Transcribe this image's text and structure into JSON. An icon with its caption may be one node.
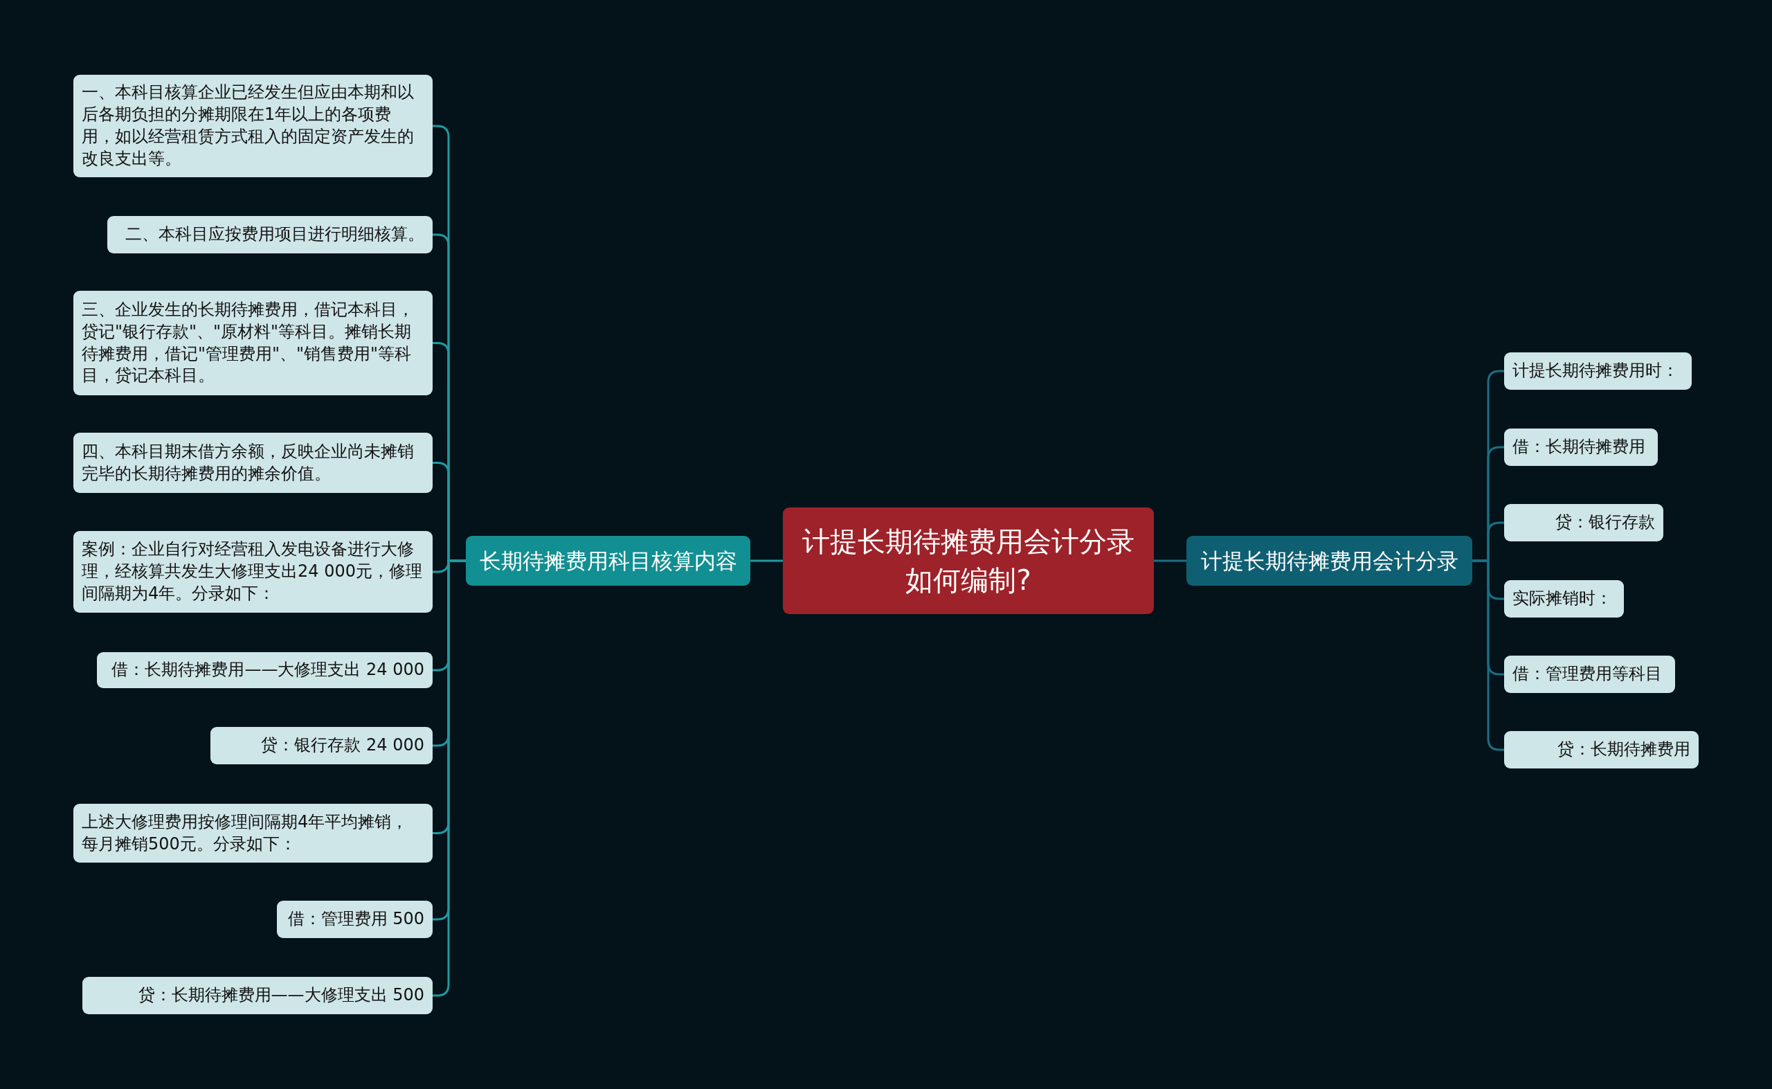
{
  "diagram": {
    "nodes": [
      {
        "text": [
          "计提长期待摊费用会计分录如何编制?"
        ]
      },
      {
        "text": [
          "长期待摊费用科目核算内容"
        ]
      },
      {
        "text": [
          "计提长期待摊费用会计分录"
        ]
      },
      {
        "text": [
          "一、本科目核算企业已经发生但应由本期和以后各期负担的分摊期限在1年以上的各项费用，如以经营租赁方式租入的固定资产发生的改良支出等。"
        ]
      },
      {
        "text": [
          "二、本科目应按费用项目进行明细核算。"
        ]
      },
      {
        "text": [
          "三、企业发生的长期待摊费用，借记本科目，贷记\"银行存款\"、\"原材料\"等科目。摊销长期待摊费用，借记\"管理费用\"、\"销售费用\"等科目，贷记本科目。"
        ]
      },
      {
        "text": [
          "四、本科目期末借方余额，反映企业尚未摊销完毕的长期待摊费用的摊余价值。"
        ]
      },
      {
        "text": [
          "案例：企业自行对经营租入发电设备进行大修理，经核算共发生大修理支出24 000元，修理间隔期为4年。分录如下："
        ]
      },
      {
        "text": [
          "借：长期待摊费用——大修理支出 24 000"
        ]
      },
      {
        "text": [
          "贷：银行存款 24 000"
        ]
      },
      {
        "text": [
          "上述大修理费用按修理间隔期4年平均摊销，每月摊销500元。分录如下："
        ]
      },
      {
        "text": [
          "借：管理费用 500"
        ]
      },
      {
        "text": [
          "贷：长期待摊费用——大修理支出 500"
        ]
      },
      {
        "text": [
          "计提长期待摊费用时："
        ]
      },
      {
        "text": [
          "借：长期待摊费用"
        ]
      },
      {
        "text": [
          "贷：银行存款"
        ]
      },
      {
        "text": [
          "实际摊销时："
        ]
      },
      {
        "text": [
          "借：管理费用等科目"
        ]
      },
      {
        "text": [
          "贷：长期待摊费用"
        ]
      }
    ],
    "edges": [
      {
        "from": 0,
        "to": 1,
        "arrow": "none"
      },
      {
        "from": 0,
        "to": 2,
        "arrow": "none"
      },
      {
        "from": 1,
        "to": 3,
        "arrow": "none"
      },
      {
        "from": 1,
        "to": 4,
        "arrow": "none"
      },
      {
        "from": 1,
        "to": 5,
        "arrow": "none"
      },
      {
        "from": 1,
        "to": 6,
        "arrow": "none"
      },
      {
        "from": 1,
        "to": 7,
        "arrow": "none"
      },
      {
        "from": 1,
        "to": 8,
        "arrow": "none"
      },
      {
        "from": 1,
        "to": 9,
        "arrow": "none"
      },
      {
        "from": 1,
        "to": 10,
        "arrow": "none"
      },
      {
        "from": 1,
        "to": 11,
        "arrow": "none"
      },
      {
        "from": 1,
        "to": 12,
        "arrow": "none"
      },
      {
        "from": 2,
        "to": 13,
        "arrow": "none"
      },
      {
        "from": 2,
        "to": 14,
        "arrow": "none"
      },
      {
        "from": 2,
        "to": 15,
        "arrow": "none"
      },
      {
        "from": 2,
        "to": 16,
        "arrow": "none"
      },
      {
        "from": 2,
        "to": 17,
        "arrow": "none"
      },
      {
        "from": 2,
        "to": 18,
        "arrow": "none"
      }
    ]
  }
}
